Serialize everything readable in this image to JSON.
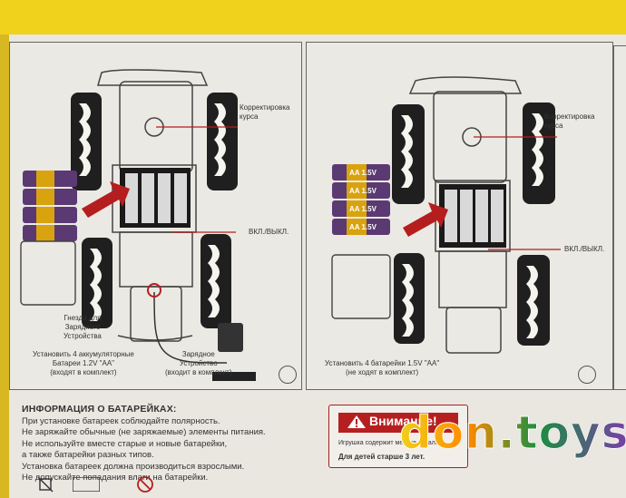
{
  "left_panel": {
    "course_correction": "Корректировка\nкурса",
    "switch": "ВКЛ./ВЫКЛ.",
    "charging_socket": "Гнездо для\nЗарядного\nУстройства",
    "install": "Установить 4 аккумуляторные\nБатареи 1.2V \"AA\"\n(входят в комплект)",
    "charger": "Зарядное\nУстройство\n(входит в комплект)"
  },
  "right_panel": {
    "course_correction": "Корректировка\nкурса",
    "switch": "ВКЛ./ВЫКЛ.",
    "install": "Установить 4 батарейки 1.5V \"AA\"\n(не ходят в комплект)"
  },
  "battery_labels": [
    "AA 1.5V",
    "AA 1.5V",
    "AA 1.5V",
    "AA 1.5V"
  ],
  "info": {
    "title": "ИНФОРМАЦИЯ О БАТАРЕЙКАХ:",
    "lines": [
      "При установке батареек соблюдайте полярность.",
      "Не заряжайте обычные (не заряжаемые) элементы питания.",
      "Не используйте вместе старые и новые батарейки,",
      "а также батарейки разных типов.",
      "Установка батареек должна производиться взрослыми.",
      "Не допускайте попадания влаги на батарейки."
    ]
  },
  "warning": {
    "title": "Внимание!",
    "text": "Игрушка содержит мелкие детали.",
    "age": "Для детей старше 3 лет."
  },
  "watermark": {
    "text": "don.toys",
    "colors": [
      "#f0d11b",
      "#ff8a00",
      "#1b8f3f",
      "#7a3ea8"
    ]
  }
}
